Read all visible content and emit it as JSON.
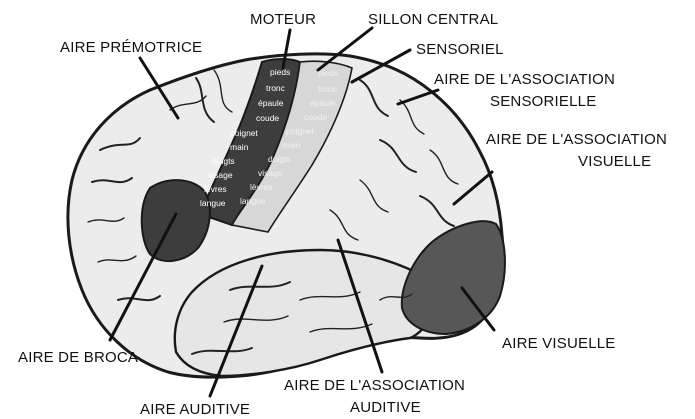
{
  "labels": {
    "moteur": "MOTEUR",
    "sillon_central": "SILLON CENTRAL",
    "aire_premotrice": "AIRE PRÉMOTRICE",
    "sensoriel": "SENSORIEL",
    "assoc_sensorielle_1": "AIRE DE L'ASSOCIATION",
    "assoc_sensorielle_2": "SENSORIELLE",
    "assoc_visuelle_1": "AIRE DE L'ASSOCIATION",
    "assoc_visuelle_2": "VISUELLE",
    "aire_visuelle": "AIRE VISUELLE",
    "aire_broca": "AIRE DE BROCA",
    "aire_auditive": "AIRE AUDITIVE",
    "assoc_auditive_1": "AIRE DE L'ASSOCIATION",
    "assoc_auditive_2": "AUDITIVE"
  },
  "motor_body_parts": [
    "pieds",
    "tronc",
    "épaule",
    "coude",
    "poignet",
    "main",
    "doigts",
    "visage",
    "lèvres",
    "langue"
  ],
  "sensory_body_parts": [
    "pieds",
    "tronc",
    "épaule",
    "coude",
    "poignet",
    "main",
    "doigts",
    "visage",
    "lèvres",
    "langue"
  ],
  "colors": {
    "dark_area": "#3d3d3d",
    "medium_area": "#575757",
    "cortex": "#ececec",
    "outline": "#1a1a1a"
  }
}
